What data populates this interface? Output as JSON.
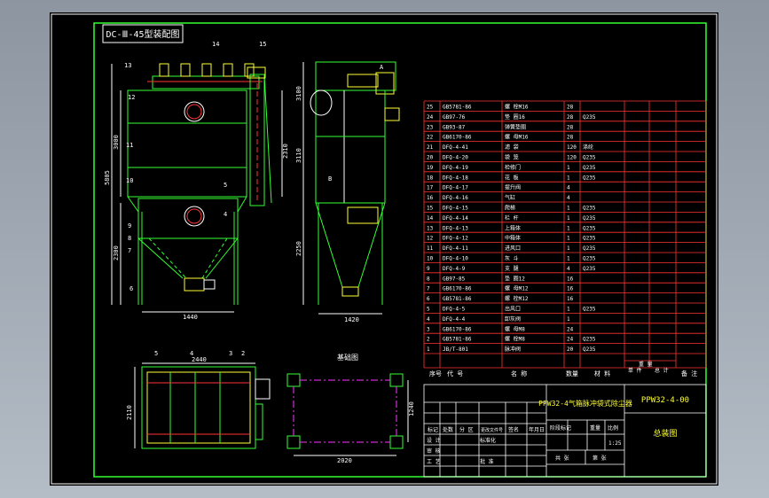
{
  "drawing": {
    "title_box": "DC-Ⅲ-45型装配图",
    "front_view": {
      "callouts": [
        "13",
        "14",
        "15",
        "12",
        "11",
        "10",
        "9",
        "8",
        "7",
        "6",
        "5",
        "4"
      ],
      "dim_total": "5805",
      "dim_upper": "3000",
      "dim_lower": "2300",
      "dim_right": "2310",
      "dim_width": "1440"
    },
    "side_view": {
      "callouts": [
        "A",
        "B"
      ],
      "dim_top": "3100",
      "dim_mid": "3110",
      "dim_low": "2250",
      "dim_width": "1420"
    },
    "plan_view": {
      "callouts": [
        "5",
        "4",
        "3",
        "2"
      ],
      "dim_top": "2440",
      "dim_side": "2110"
    },
    "foundation_view": {
      "title": "基础图",
      "dim_bottom": "2020",
      "dim_side": "1240"
    },
    "parts_list": {
      "headers": [
        "序号",
        "代 号",
        "名 称",
        "数量",
        "材 料",
        "单 件",
        "总 计",
        "备 注"
      ],
      "weight_header": "重 量",
      "rows": [
        {
          "no": "25",
          "code": "GB5781-86",
          "name": "螺 栓M16",
          "qty": "28",
          "mat": ""
        },
        {
          "no": "24",
          "code": "GB97-76",
          "name": "垫 圈16",
          "qty": "28",
          "mat": "Q235"
        },
        {
          "no": "23",
          "code": "GB93-87",
          "name": "弹簧垫圈",
          "qty": "28",
          "mat": ""
        },
        {
          "no": "22",
          "code": "GB6170-86",
          "name": "螺 母M16",
          "qty": "28",
          "mat": ""
        },
        {
          "no": "21",
          "code": "DFQ-4-41",
          "name": "滤 袋",
          "qty": "120",
          "mat": "涤纶"
        },
        {
          "no": "20",
          "code": "DFQ-4-20",
          "name": "袋 笼",
          "qty": "120",
          "mat": "Q235"
        },
        {
          "no": "19",
          "code": "DFQ-4-19",
          "name": "检修门",
          "qty": "1",
          "mat": "Q235"
        },
        {
          "no": "18",
          "code": "DFQ-4-18",
          "name": "花 板",
          "qty": "1",
          "mat": "Q235"
        },
        {
          "no": "17",
          "code": "DFQ-4-17",
          "name": "提升阀",
          "qty": "4",
          "mat": ""
        },
        {
          "no": "16",
          "code": "DFQ-4-16",
          "name": "气缸",
          "qty": "4",
          "mat": ""
        },
        {
          "no": "15",
          "code": "DFQ-4-15",
          "name": "爬梯",
          "qty": "1",
          "mat": "Q235"
        },
        {
          "no": "14",
          "code": "DFQ-4-14",
          "name": "栏 杆",
          "qty": "1",
          "mat": "Q235"
        },
        {
          "no": "13",
          "code": "DFQ-4-13",
          "name": "上箱体",
          "qty": "1",
          "mat": "Q235"
        },
        {
          "no": "12",
          "code": "DFQ-4-12",
          "name": "中箱体",
          "qty": "1",
          "mat": "Q235"
        },
        {
          "no": "11",
          "code": "DFQ-4-11",
          "name": "进风口",
          "qty": "1",
          "mat": "Q235"
        },
        {
          "no": "10",
          "code": "DFQ-4-10",
          "name": "灰 斗",
          "qty": "1",
          "mat": "Q235"
        },
        {
          "no": "9",
          "code": "DFQ-4-9",
          "name": "支 腿",
          "qty": "4",
          "mat": "Q235"
        },
        {
          "no": "8",
          "code": "GB97-85",
          "name": "垫 圈12",
          "qty": "16",
          "mat": ""
        },
        {
          "no": "7",
          "code": "GB6170-86",
          "name": "螺 母M12",
          "qty": "16",
          "mat": ""
        },
        {
          "no": "6",
          "code": "GB5781-86",
          "name": "螺 栓M12",
          "qty": "16",
          "mat": ""
        },
        {
          "no": "5",
          "code": "DFQ-4-5",
          "name": "出风口",
          "qty": "1",
          "mat": "Q235"
        },
        {
          "no": "4",
          "code": "DFQ-4-4",
          "name": "卸灰阀",
          "qty": "1",
          "mat": ""
        },
        {
          "no": "3",
          "code": "GB6170-86",
          "name": "螺 母M8",
          "qty": "24",
          "mat": ""
        },
        {
          "no": "2",
          "code": "GB5781-86",
          "name": "螺 栓M8",
          "qty": "24",
          "mat": "Q235"
        },
        {
          "no": "1",
          "code": "JB/T-801",
          "name": "脉冲阀",
          "qty": "20",
          "mat": "Q235"
        }
      ]
    },
    "title_block": {
      "product_name": "PPW32-4气箱脉冲袋式除尘器",
      "drawing_no": "PPW32-4-00",
      "doc_type": "总装图",
      "stage_label": "阶段标记",
      "weight_label": "重量",
      "scale_label": "比例",
      "scale": "1:25",
      "sheet_label": "共 张",
      "sheet_of": "第 张",
      "left_labels": [
        "标记",
        "处数",
        "分 区",
        "更改文件号",
        "签名",
        "年月日"
      ],
      "roles": [
        "设 计",
        "标准化",
        "审 核",
        "工 艺",
        "批 准"
      ]
    }
  }
}
